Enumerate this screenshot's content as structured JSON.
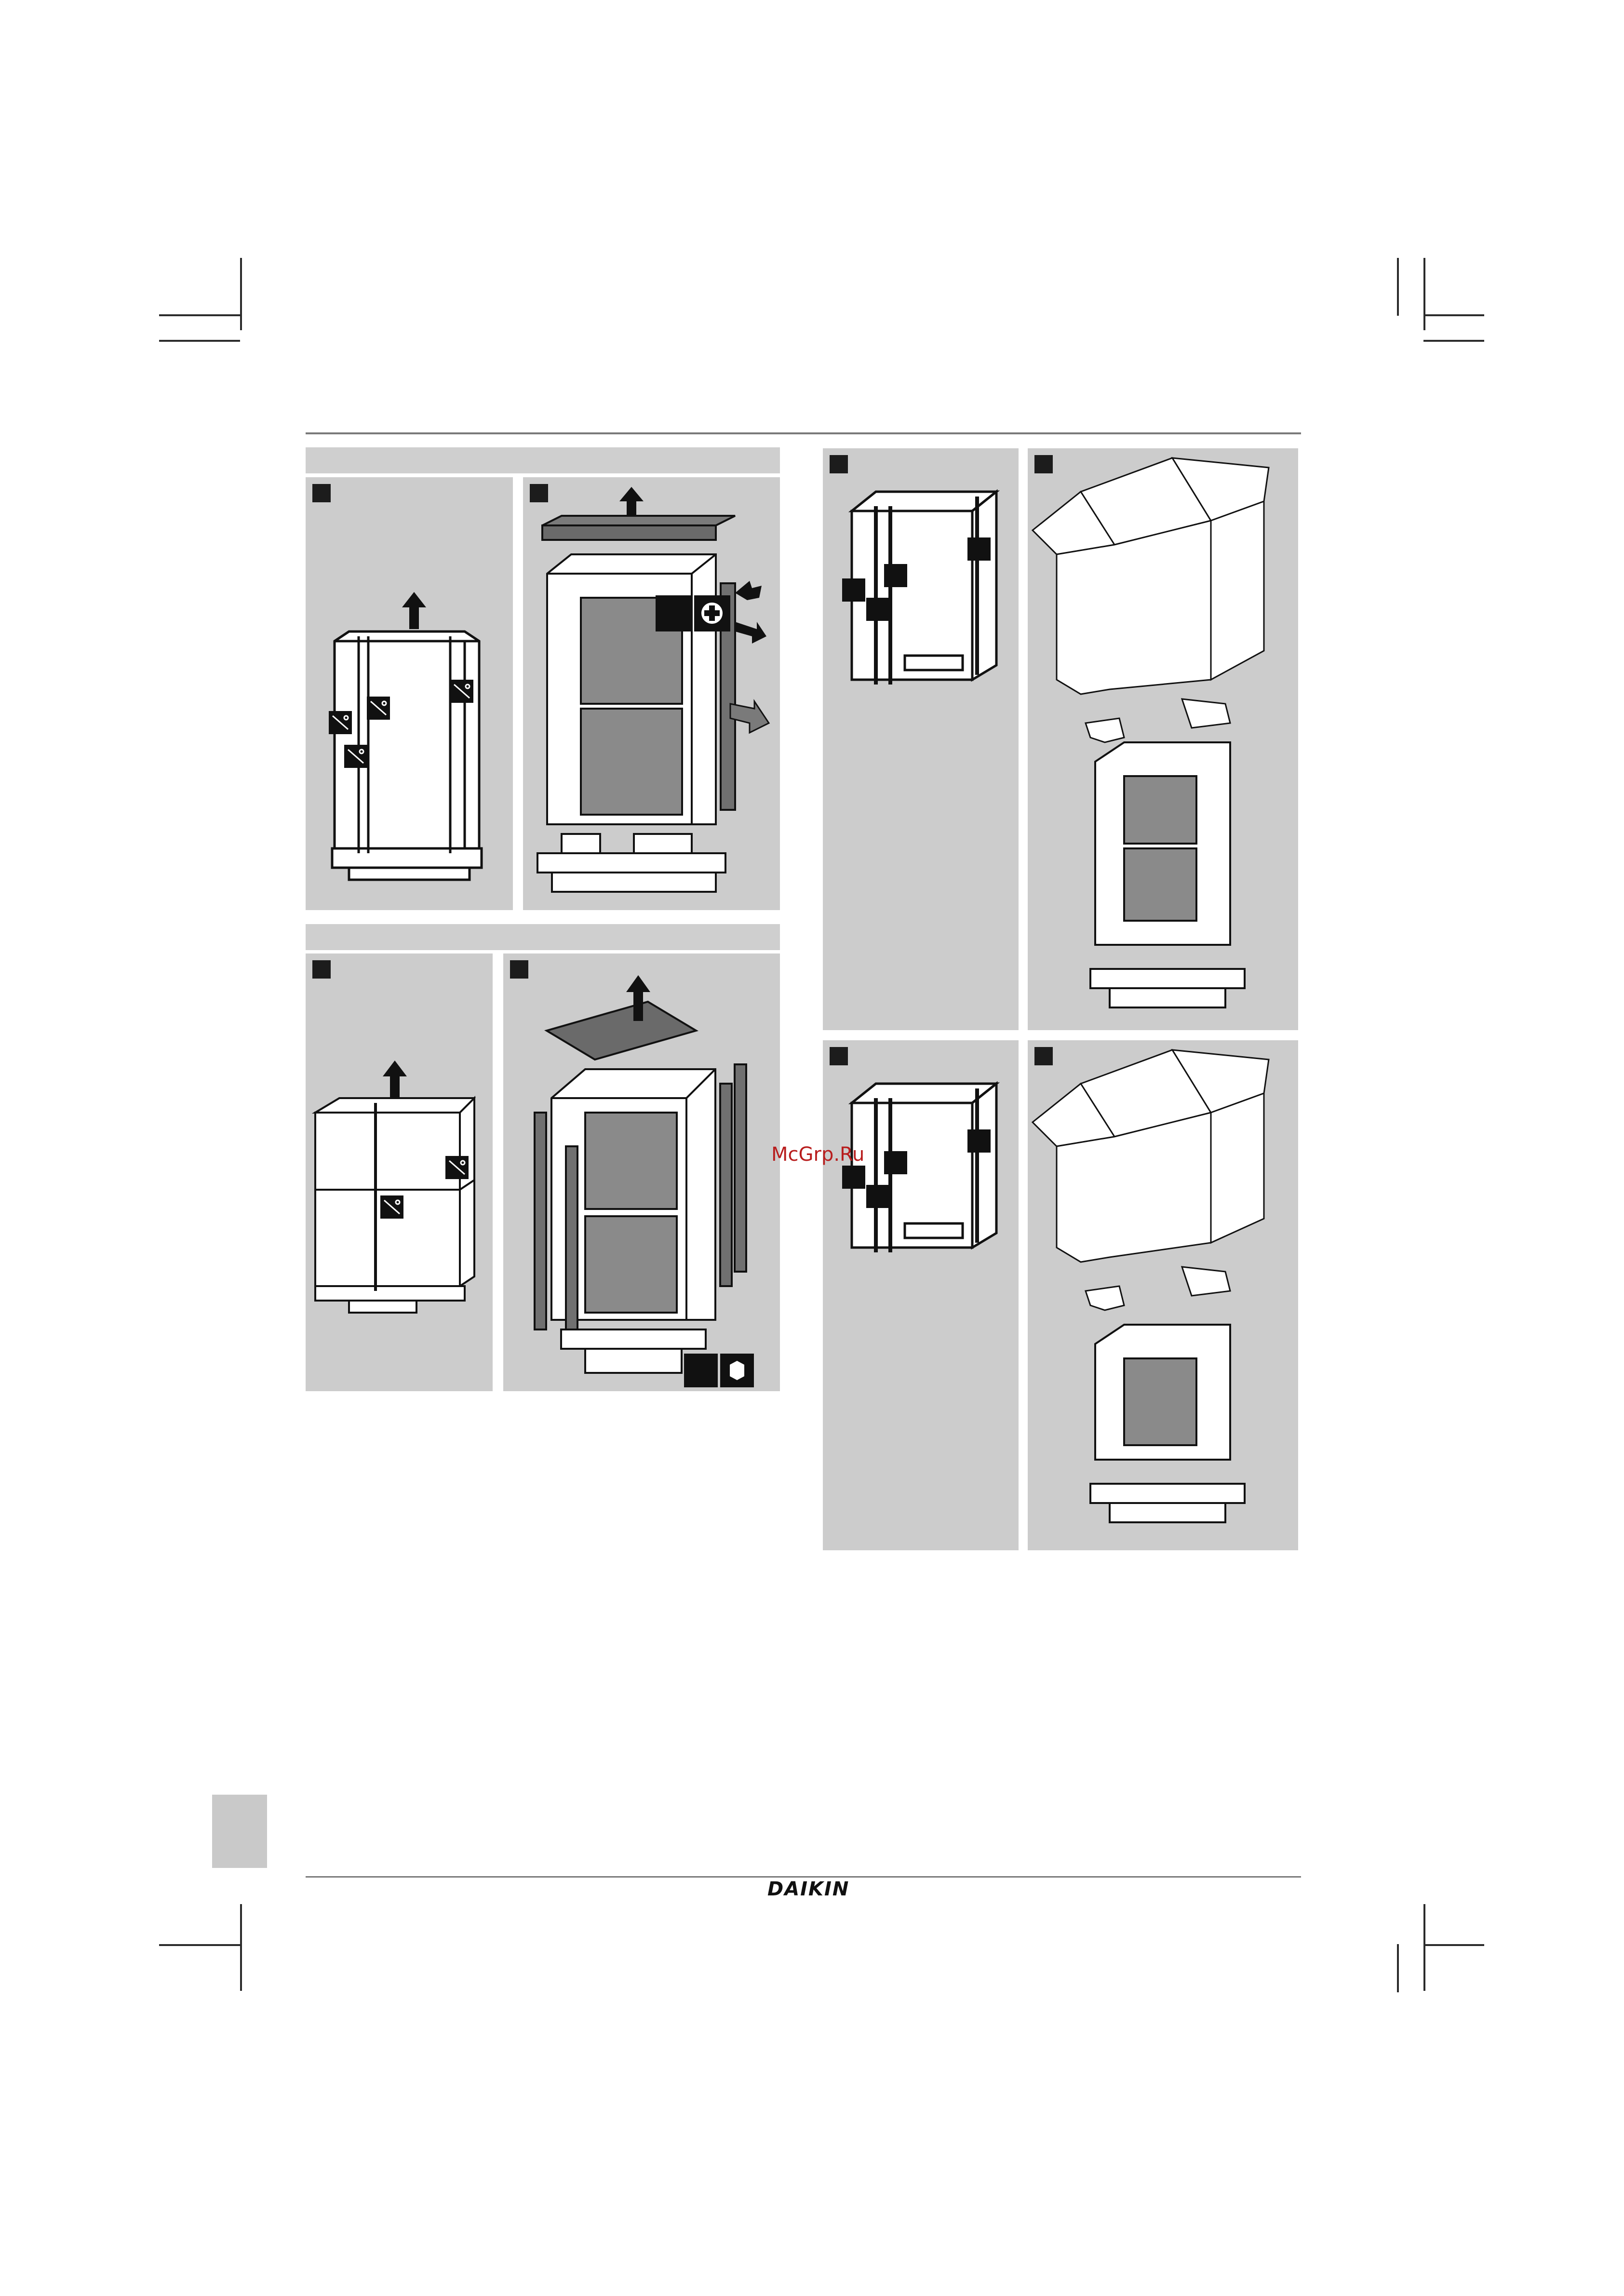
{
  "page": {
    "watermark": "McGrp.Ru",
    "brand": "DAIKIN"
  },
  "panels": [
    {
      "id": "a1",
      "content": "boxed-unit-tall-straps-cut",
      "step_marker": true
    },
    {
      "id": "a2",
      "content": "unit-lid-removed-screws-side-panel",
      "step_marker": true
    },
    {
      "id": "b1",
      "content": "boxed-unit-two-tier-straps-cut",
      "step_marker": true
    },
    {
      "id": "b2",
      "content": "unit-lid-removed-corner-boards",
      "step_marker": true
    },
    {
      "id": "c1",
      "content": "boxed-unit-tall-straps-cut",
      "step_marker": true
    },
    {
      "id": "c2",
      "content": "carton-lifted-unit-on-pallet-tall",
      "step_marker": true
    },
    {
      "id": "d1",
      "content": "boxed-unit-short-straps-cut",
      "step_marker": true
    },
    {
      "id": "d2",
      "content": "carton-lifted-unit-on-pallet-short",
      "step_marker": true
    }
  ],
  "icons": {
    "cut": "scissors-icon",
    "lift": "arrow-up-icon",
    "screwdriver": "phillips-screwdriver-icon",
    "wrench": "hex-wrench-icon"
  }
}
